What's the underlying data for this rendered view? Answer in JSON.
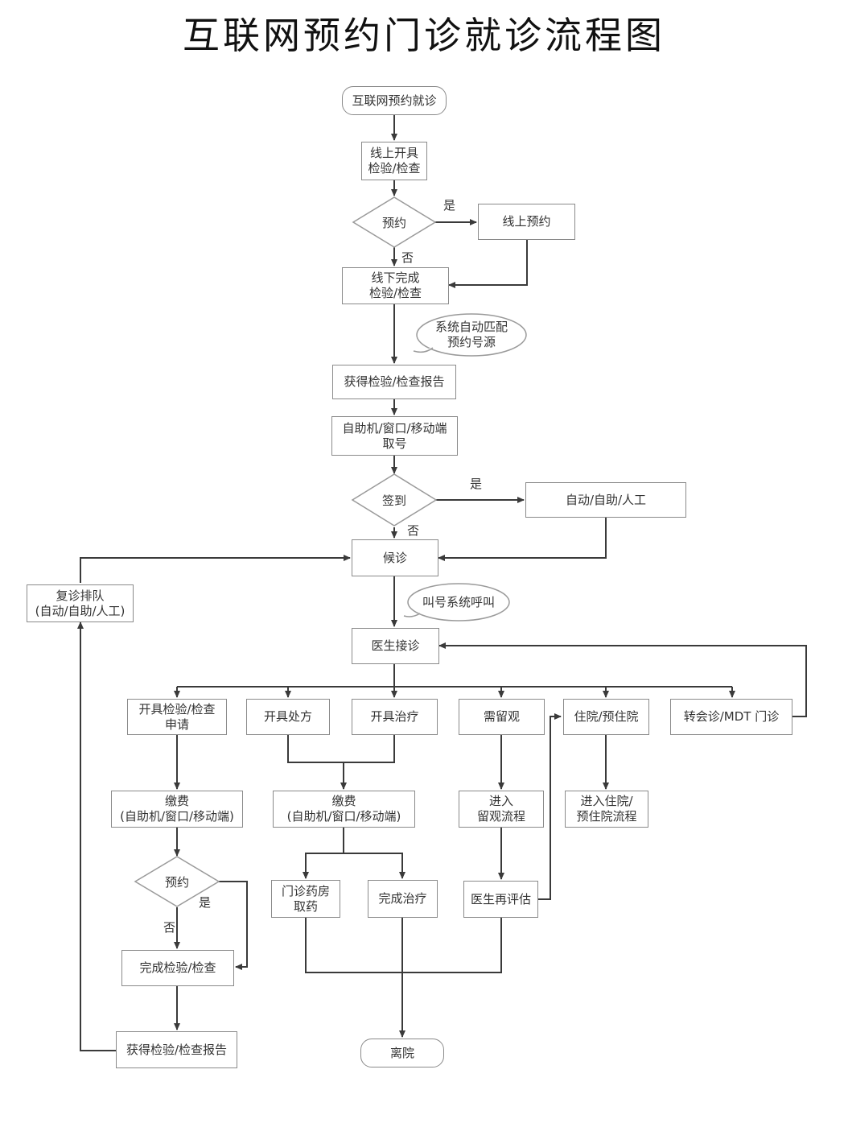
{
  "title": "互联网预约门诊就诊流程图",
  "nodes": {
    "start": "互联网预约就诊",
    "online_exam": "线上开具\n检验/检查",
    "decision_appoint": "预约",
    "online_appoint": "线上预约",
    "offline_exam": "线下完成\n检验/检查",
    "get_report": "获得检验/检查报告",
    "take_number": "自助机/窗口/移动端\n取号",
    "decision_checkin": "签到",
    "auto_checkin": "自动/自助/人工",
    "waiting": "候诊",
    "requeue": "复诊排队\n(自动/自助/人工)",
    "doctor": "医生接诊",
    "exam_request": "开具检验/检查\n申请",
    "prescription": "开具处方",
    "treatment": "开具治疗",
    "observation": "需留观",
    "hospitalize": "住院/预住院",
    "referral": "转会诊/MDT 门诊",
    "pay_left": "缴费\n(自助机/窗口/移动端)",
    "pay_mid": "缴费\n(自助机/窗口/移动端)",
    "enter_obs": "进入\n留观流程",
    "enter_hosp": "进入住院/\n预住院流程",
    "decision_appoint2": "预约",
    "pharmacy": "门诊药房\n取药",
    "finish_treat": "完成治疗",
    "reassess": "医生再评估",
    "finish_exam": "完成检验/检查",
    "get_report2": "获得检验/检查报告",
    "leave": "离院"
  },
  "notes": {
    "auto_match": "系统自动匹配\n预约号源",
    "call_system": "叫号系统呼叫"
  },
  "edge_labels": {
    "yes": "是",
    "no": "否"
  },
  "colors": {
    "line": "#3a3a3a",
    "box_border": "#8a8a8a",
    "diamond_border": "#9a9a9a"
  }
}
